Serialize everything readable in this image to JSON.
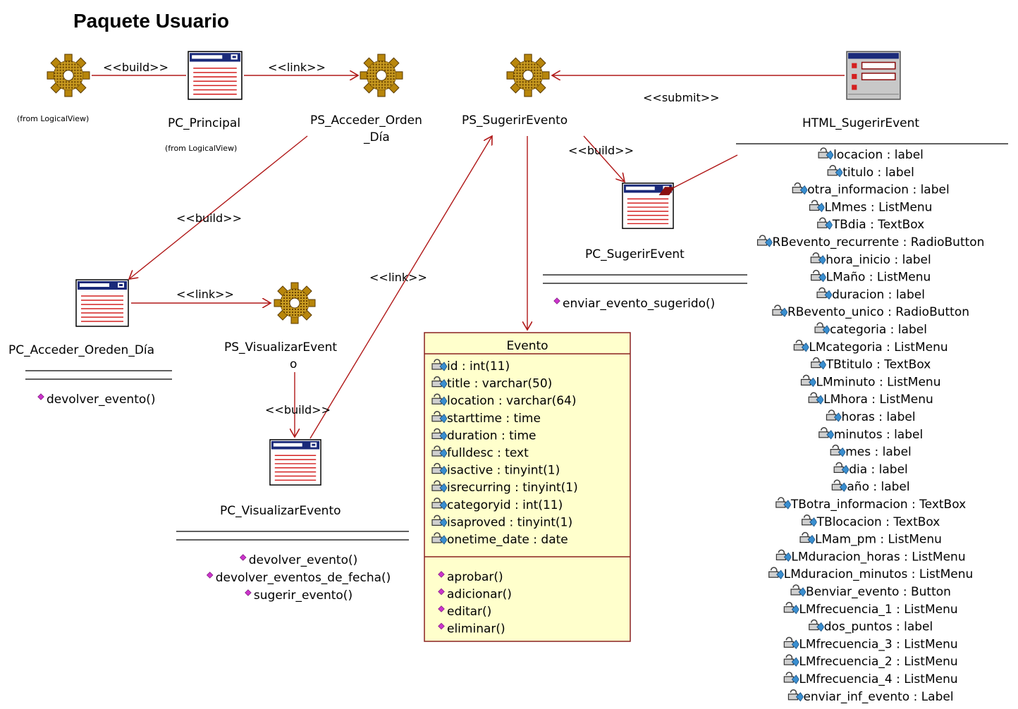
{
  "title": "Paquete Usuario",
  "from_note": "(from LogicalView)",
  "nodes": {
    "pc_principal": "PC_Principal",
    "ps_acceder_line1": "PS_Acceder_Orden",
    "ps_acceder_line2": "_Día",
    "ps_sugerir": "PS_SugerirEvento",
    "html_sugerir": "HTML_SugerirEvent",
    "pc_sugerir": "PC_SugerirEvent",
    "pc_acceder": "PC_Acceder_Oreden_Día",
    "ps_visualizar_line1": "PS_VisualizarEvent",
    "ps_visualizar_line2": "o",
    "pc_visualizar": "PC_VisualizarEvento"
  },
  "stereotypes": {
    "build": "<<build>>",
    "link": "<<link>>",
    "submit": "<<submit>>"
  },
  "pc_acceder_ops": [
    "devolver_evento()"
  ],
  "pc_sugerir_ops": [
    "enviar_evento_sugerido()"
  ],
  "pc_visualizar_ops": [
    "devolver_evento()",
    "devolver_eventos_de_fecha()",
    "sugerir_evento()"
  ],
  "evento": {
    "name": "Evento",
    "attributes": [
      "id : int(11)",
      "title : varchar(50)",
      "location : varchar(64)",
      "starttime : time",
      "duration : time",
      "fulldesc : text",
      "isactive : tinyint(1)",
      "isrecurring : tinyint(1)",
      "categoryid : int(11)",
      "isaproved : tinyint(1)",
      "onetime_date : date"
    ],
    "operations": [
      "aprobar()",
      "adicionar()",
      "editar()",
      "eliminar()"
    ]
  },
  "html_attributes": [
    "locacion : label",
    "titulo : label",
    "otra_informacion : label",
    "LMmes : ListMenu",
    "TBdia : TextBox",
    "RBevento_recurrente : RadioButton",
    "hora_inicio : label",
    "LMaño : ListMenu",
    "duracion : label",
    "RBevento_unico : RadioButton",
    "categoria : label",
    "LMcategoria : ListMenu",
    "TBtitulo : TextBox",
    "LMminuto : ListMenu",
    "LMhora : ListMenu",
    "horas : label",
    "minutos : label",
    "mes : label",
    "dia : label",
    "año : label",
    "TBotra_informacion : TextBox",
    "TBlocacion : TextBox",
    "LMam_pm : ListMenu",
    "LMduracion_horas : ListMenu",
    "LMduracion_minutos : ListMenu",
    "Benviar_evento : Button",
    "LMfrecuencia_1 : ListMenu",
    "dos_puntos : label",
    "LMfrecuencia_3 : ListMenu",
    "LMfrecuencia_2 : ListMenu",
    "LMfrecuencia_4 : ListMenu",
    "enviar_inf_evento : Label"
  ],
  "colors": {
    "gear_fill": "#b8860b",
    "gear_dots": "#6b4400",
    "page_bar": "#1a2a7a",
    "page_red": "#d42020",
    "class_fill": "#ffffcc",
    "class_border": "#8a2020",
    "arrow": "#b01818",
    "op_icon": "#cc33cc"
  }
}
